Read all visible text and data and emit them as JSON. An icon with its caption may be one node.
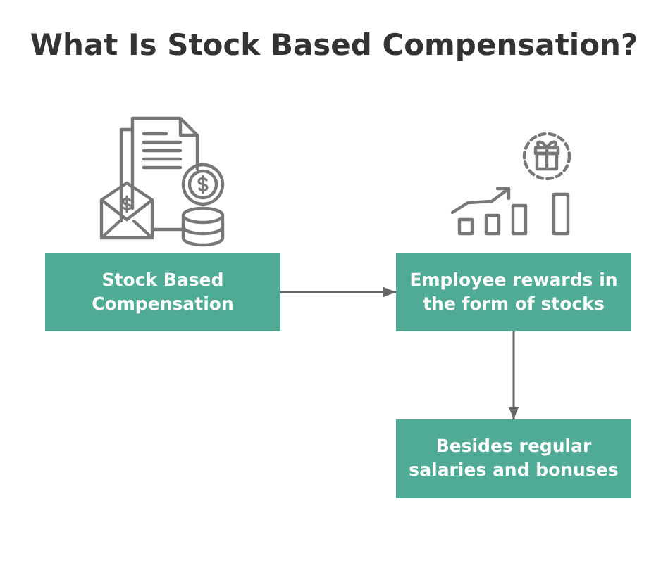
{
  "diagram": {
    "title": "What Is Stock Based Compensation?",
    "nodes": [
      {
        "text": [
          "Stock Based Compensation"
        ]
      },
      {
        "text": [
          "Employee rewards in the form of stocks"
        ]
      },
      {
        "text": [
          "Besides regular salaries and bonuses"
        ]
      }
    ],
    "edges": [
      {
        "from": 0,
        "to": 1,
        "arrow": "to"
      },
      {
        "from": 1,
        "to": 2,
        "arrow": "to"
      }
    ]
  }
}
